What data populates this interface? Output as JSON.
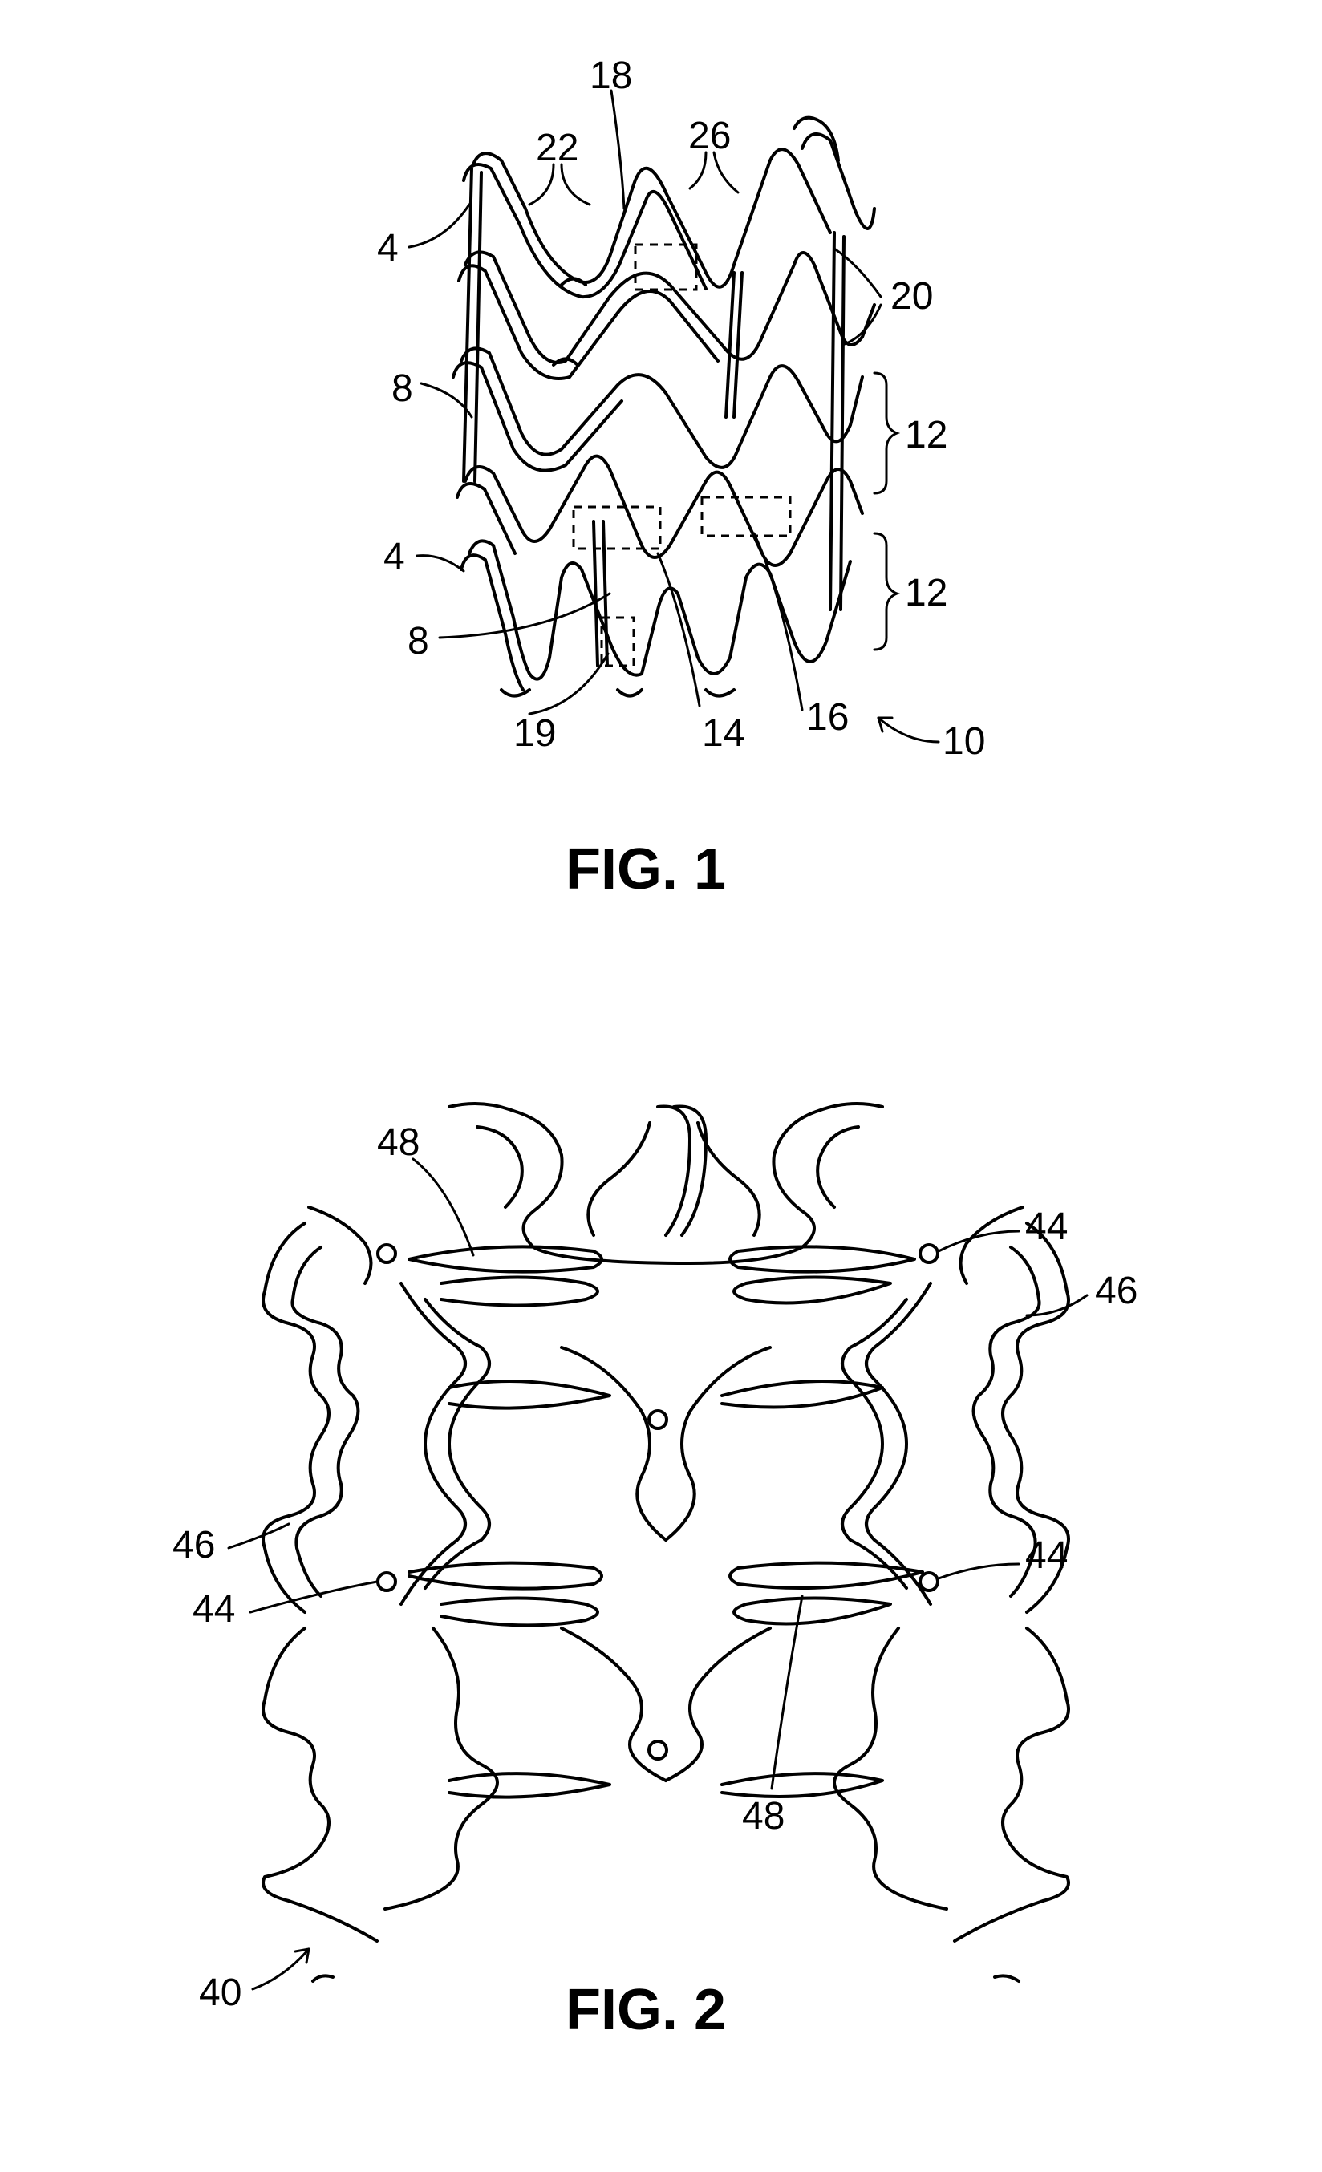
{
  "figure1": {
    "caption": "FIG. 1",
    "labels": {
      "l4_top": "4",
      "l4_bottom": "4",
      "l8_top": "8",
      "l8_bottom": "8",
      "l10": "10",
      "l12_top": "12",
      "l12_bottom": "12",
      "l14": "14",
      "l16": "16",
      "l18": "18",
      "l19": "19",
      "l20": "20",
      "l22": "22",
      "l26": "26"
    }
  },
  "figure2": {
    "caption": "FIG. 2",
    "labels": {
      "l40": "40",
      "l44_top_right": "44",
      "l44_mid_right": "44",
      "l44_mid_left": "44",
      "l46_right": "46",
      "l46_left": "46",
      "l48_top": "48",
      "l48_bottom": "48"
    }
  }
}
